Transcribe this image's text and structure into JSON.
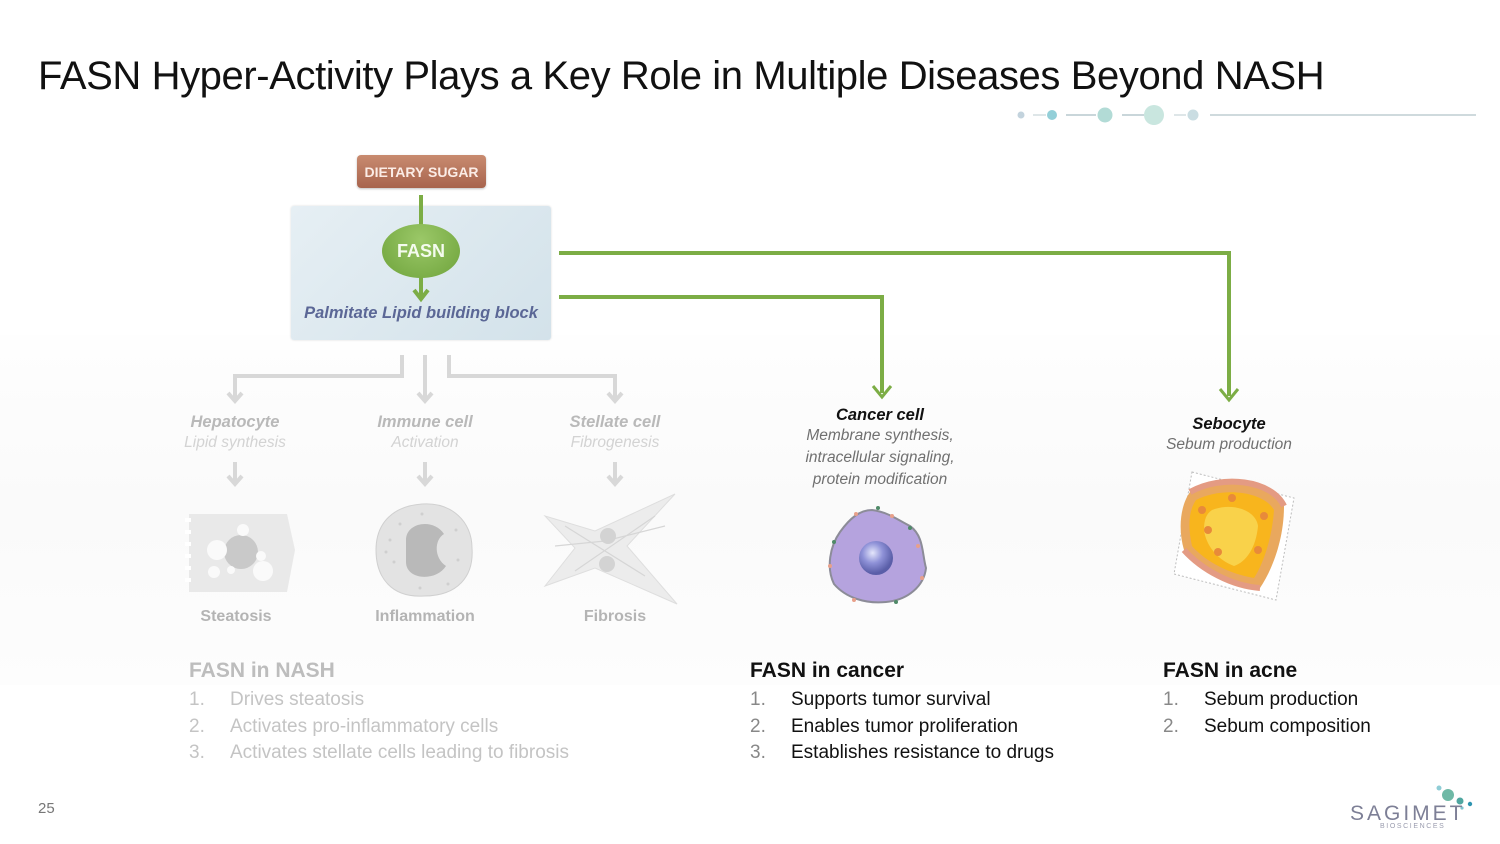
{
  "slide": {
    "title": "FASN Hyper-Activity Plays a Key Role in Multiple Diseases Beyond NASH",
    "page_number": "25",
    "logo": {
      "name": "SAGIMET",
      "subtitle": "BIOSCIENCES"
    }
  },
  "colors": {
    "arrow_green": "#7cad45",
    "faded_gray": "#d6d6d6",
    "sugar_box": "#b5735a",
    "fasn_oval": "#7eb248",
    "liver_box": "#dbe7ee",
    "palmitate_text": "#5b6796",
    "title_dot_teal": "#8fcdd6"
  },
  "diagram": {
    "source": "DIETARY SUGAR",
    "enzyme": "FASN",
    "product": "Palmitate Lipid building block",
    "nash_targets": [
      {
        "name": "Hepatocyte",
        "desc": "Lipid synthesis",
        "outcome": "Steatosis",
        "icon": "hepatocyte-cell-icon"
      },
      {
        "name": "Immune cell",
        "desc": "Activation",
        "outcome": "Inflammation",
        "icon": "immune-cell-icon"
      },
      {
        "name": "Stellate cell",
        "desc": "Fibrogenesis",
        "outcome": "Fibrosis",
        "icon": "stellate-cell-icon"
      }
    ],
    "cancer_target": {
      "name": "Cancer cell",
      "desc_lines": [
        "Membrane synthesis,",
        "intracellular signaling,",
        "protein modification"
      ],
      "icon": "cancer-cell-icon"
    },
    "acne_target": {
      "name": "Sebocyte",
      "desc": "Sebum production",
      "icon": "sebaceous-gland-icon"
    }
  },
  "lists": {
    "nash": {
      "heading": "FASN in NASH",
      "items": [
        {
          "num": "1.",
          "text": "Drives steatosis"
        },
        {
          "num": "2.",
          "text": "Activates pro-inflammatory cells"
        },
        {
          "num": "3.",
          "text": "Activates stellate cells leading to fibrosis"
        }
      ]
    },
    "cancer": {
      "heading": "FASN in cancer",
      "items": [
        {
          "num": "1.",
          "text": "Supports tumor survival"
        },
        {
          "num": "2.",
          "text": "Enables tumor proliferation"
        },
        {
          "num": "3.",
          "text": "Establishes resistance to drugs"
        }
      ]
    },
    "acne": {
      "heading": "FASN in acne",
      "items": [
        {
          "num": "1.",
          "text": "Sebum production"
        },
        {
          "num": "2.",
          "text": "Sebum composition"
        }
      ]
    }
  }
}
